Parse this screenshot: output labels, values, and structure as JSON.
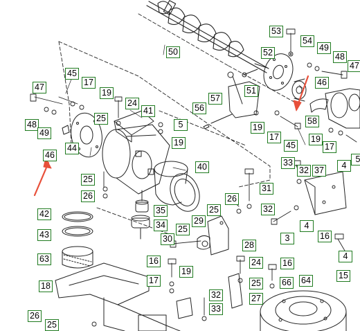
{
  "diagram": {
    "ink_color": "#222222",
    "callout_border_color": "#1f7a1f",
    "arrow_color": "#e8503a",
    "callouts": [
      {
        "key": "c47a",
        "label": "47"
      },
      {
        "key": "c45a",
        "label": "45"
      },
      {
        "key": "c17a",
        "label": "17"
      },
      {
        "key": "c19a",
        "label": "19"
      },
      {
        "key": "c24",
        "label": "24"
      },
      {
        "key": "c41",
        "label": "41"
      },
      {
        "key": "c25a",
        "label": "25"
      },
      {
        "key": "c5a",
        "label": "5"
      },
      {
        "key": "c19b",
        "label": "19"
      },
      {
        "key": "c48a",
        "label": "48"
      },
      {
        "key": "c49a",
        "label": "49"
      },
      {
        "key": "c46a",
        "label": "46"
      },
      {
        "key": "c44",
        "label": "44"
      },
      {
        "key": "c50",
        "label": "50"
      },
      {
        "key": "c53",
        "label": "53"
      },
      {
        "key": "c54",
        "label": "54"
      },
      {
        "key": "c49b",
        "label": "49"
      },
      {
        "key": "c48b",
        "label": "48"
      },
      {
        "key": "c47b",
        "label": "47"
      },
      {
        "key": "c52",
        "label": "52"
      },
      {
        "key": "c46b",
        "label": "46"
      },
      {
        "key": "c51",
        "label": "51"
      },
      {
        "key": "c57",
        "label": "57"
      },
      {
        "key": "c56",
        "label": "56"
      },
      {
        "key": "c19c",
        "label": "19"
      },
      {
        "key": "c17b",
        "label": "17"
      },
      {
        "key": "c45b",
        "label": "45"
      },
      {
        "key": "c58",
        "label": "58"
      },
      {
        "key": "c19d",
        "label": "19"
      },
      {
        "key": "c17c",
        "label": "17"
      },
      {
        "key": "c33a",
        "label": "33"
      },
      {
        "key": "c32a",
        "label": "32"
      },
      {
        "key": "c37",
        "label": "37"
      },
      {
        "key": "c4a",
        "label": "4"
      },
      {
        "key": "c5b",
        "label": "5"
      },
      {
        "key": "c40",
        "label": "40"
      },
      {
        "key": "c25b",
        "label": "25"
      },
      {
        "key": "c26a",
        "label": "26"
      },
      {
        "key": "c35",
        "label": "35"
      },
      {
        "key": "c34",
        "label": "34"
      },
      {
        "key": "c42",
        "label": "42"
      },
      {
        "key": "c43",
        "label": "43"
      },
      {
        "key": "c63",
        "label": "63"
      },
      {
        "key": "c31",
        "label": "31"
      },
      {
        "key": "c26b",
        "label": "26"
      },
      {
        "key": "c25c",
        "label": "25"
      },
      {
        "key": "c32b",
        "label": "32"
      },
      {
        "key": "c29",
        "label": "29"
      },
      {
        "key": "c25d",
        "label": "25"
      },
      {
        "key": "c30",
        "label": "30"
      },
      {
        "key": "c28",
        "label": "28"
      },
      {
        "key": "c4b",
        "label": "4"
      },
      {
        "key": "c3",
        "label": "3"
      },
      {
        "key": "c16a",
        "label": "16"
      },
      {
        "key": "c4c",
        "label": "4"
      },
      {
        "key": "c16b",
        "label": "16"
      },
      {
        "key": "c19e",
        "label": "19"
      },
      {
        "key": "c17d",
        "label": "17"
      },
      {
        "key": "c24b",
        "label": "24"
      },
      {
        "key": "c16c",
        "label": "16"
      },
      {
        "key": "c25e",
        "label": "25"
      },
      {
        "key": "c66",
        "label": "66"
      },
      {
        "key": "c64",
        "label": "64"
      },
      {
        "key": "c15",
        "label": "15"
      },
      {
        "key": "c27",
        "label": "27"
      },
      {
        "key": "c32c",
        "label": "32"
      },
      {
        "key": "c33b",
        "label": "33"
      },
      {
        "key": "c18",
        "label": "18"
      },
      {
        "key": "c26c",
        "label": "26"
      },
      {
        "key": "c25f",
        "label": "25"
      }
    ]
  }
}
